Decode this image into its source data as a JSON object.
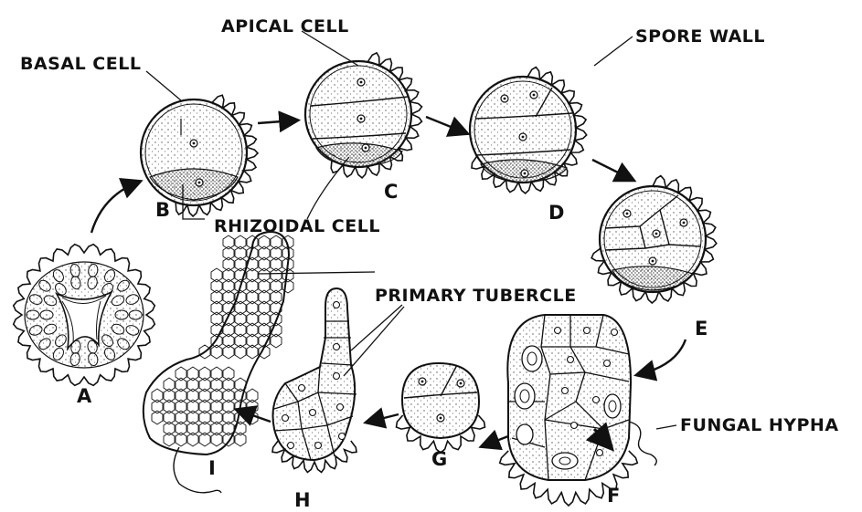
{
  "labels": {
    "apical_cell": "APICAL CELL",
    "basal_cell": "BASAL CELL",
    "spore_wall": "SPORE WALL",
    "rhizoidal_cell": "RHIZOIDAL CELL",
    "primary_tubercle": "PRIMARY TUBERCLE",
    "fungal_hypha": "FUNGAL HYPHA"
  },
  "stages": {
    "a": "A",
    "b": "B",
    "c": "C",
    "d": "D",
    "e": "E",
    "f": "F",
    "g": "G",
    "h": "H",
    "i": "I"
  }
}
